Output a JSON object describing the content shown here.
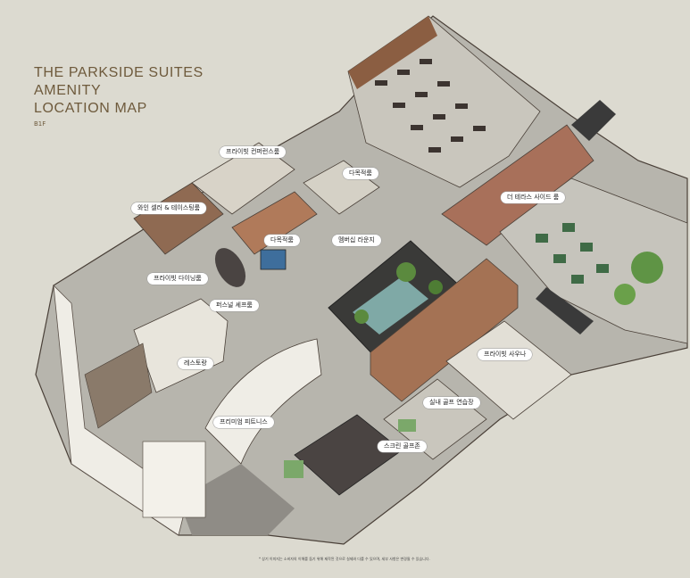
{
  "title": {
    "line1": "THE PARKSIDE SUITES",
    "line2": "AMENITY",
    "line3": "LOCATION MAP"
  },
  "floor": "B1F",
  "labels": {
    "private_conference": "프라이빗 컨퍼런스룸",
    "multipurpose_top": "다목적룸",
    "wine_cellar": "와인 셀러 & 테이스팅룸",
    "multipurpose_mid": "다목적룸",
    "membership_lounge": "멤버십 라운지",
    "terrace_side": "더 테라스 사이드 룸",
    "private_dining": "프라이빗 다이닝룸",
    "personal_chef": "퍼스널 셰프룸",
    "restaurant": "레스토랑",
    "private_sauna": "프라이빗 사우나",
    "indoor_golf": "실내 골프 연습장",
    "premium_fitness": "프리미엄 피트니스",
    "screen_golf": "스크린 골프존"
  },
  "footnote": "* 상기 이미지는 소비자의 이해를 돕기 위해 제작된 것으로 실제와 다를 수 있으며, 세부 사항은 변경될 수 있습니다.",
  "colors": {
    "background": "#dcdad0",
    "title": "#6e5a3c",
    "floor": "#b8b6ae",
    "wood": "#9a6a4c",
    "wall": "#efede6"
  }
}
